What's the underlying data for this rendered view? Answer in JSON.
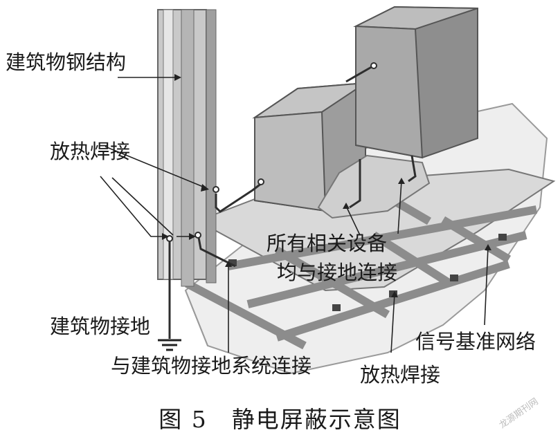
{
  "labels": {
    "steel_structure": "建筑物钢结构",
    "exothermic_weld_top": "放热焊接",
    "equipment_connected_line1": "所有相关设备",
    "equipment_connected_line2": "均与接地连接",
    "building_ground": "建筑物接地",
    "connect_building_ground_system": "与建筑物接地系统连接",
    "exothermic_weld_bottom": "放热焊接",
    "signal_reference_grid": "信号基准网络"
  },
  "caption": "图 5　静电屏蔽示意图",
  "watermark": "龙源期刊网"
}
